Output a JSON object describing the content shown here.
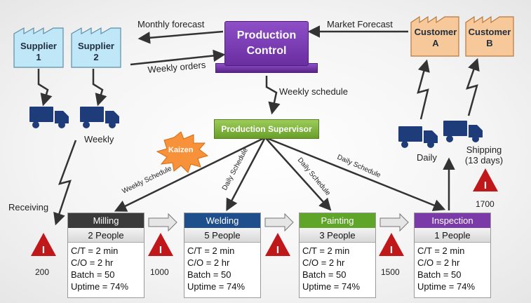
{
  "suppliers": [
    {
      "line1": "Supplier",
      "line2": "1"
    },
    {
      "line1": "Supplier",
      "line2": "2"
    }
  ],
  "customers": [
    {
      "line1": "Customer",
      "line2": "A"
    },
    {
      "line1": "Customer",
      "line2": "B"
    }
  ],
  "production_control": {
    "line1": "Production",
    "line2": "Control"
  },
  "supervisor": "Production Supervisor",
  "kaizen": "Kaizen",
  "labels": {
    "monthly_forecast": "Monthly forecast",
    "market_forecast": "Market Forecast",
    "weekly_orders": "Weekly orders",
    "weekly_schedule": "Weekly schedule",
    "weekly": "Weekly",
    "receiving": "Receiving",
    "daily": "Daily",
    "shipping_line1": "Shipping",
    "shipping_line2": "(13 days)",
    "weekly_schedule_edge": "Weekly Schedule",
    "daily_schedule_1": "Daily Schedule",
    "daily_schedule_2": "Daily Schedule",
    "daily_schedule_3": "Daily Schedule"
  },
  "inventory_marker": "I",
  "inventories": [
    "200",
    "1000",
    "1500",
    "1700"
  ],
  "processes": [
    {
      "name": "Milling",
      "people": "2 People",
      "ct": "C/T = 2 min",
      "co": "C/O = 2 hr",
      "batch": "Batch = 50",
      "uptime": "Uptime = 74%",
      "color": "#3a3a3a"
    },
    {
      "name": "Welding",
      "people": "5 People",
      "ct": "C/T = 2 min",
      "co": "C/O = 2 hr",
      "batch": "Batch = 50",
      "uptime": "Uptime = 74%",
      "color": "#1f4e8c"
    },
    {
      "name": "Painting",
      "people": "3 People",
      "ct": "C/T = 2 min",
      "co": "C/O = 2 hr",
      "batch": "Batch = 50",
      "uptime": "Uptime = 74%",
      "color": "#5fa52a"
    },
    {
      "name": "Inspection",
      "people": "1 People",
      "ct": "C/T = 2 min",
      "co": "C/O = 2 hr",
      "batch": "Batch = 50",
      "uptime": "Uptime = 74%",
      "color": "#7a3aa8"
    }
  ],
  "colors": {
    "supplier_fill": "#bfe7f7",
    "customer_fill": "#f7c89a",
    "truck": "#1f3c7a",
    "inventory_red": "#c0171a"
  }
}
